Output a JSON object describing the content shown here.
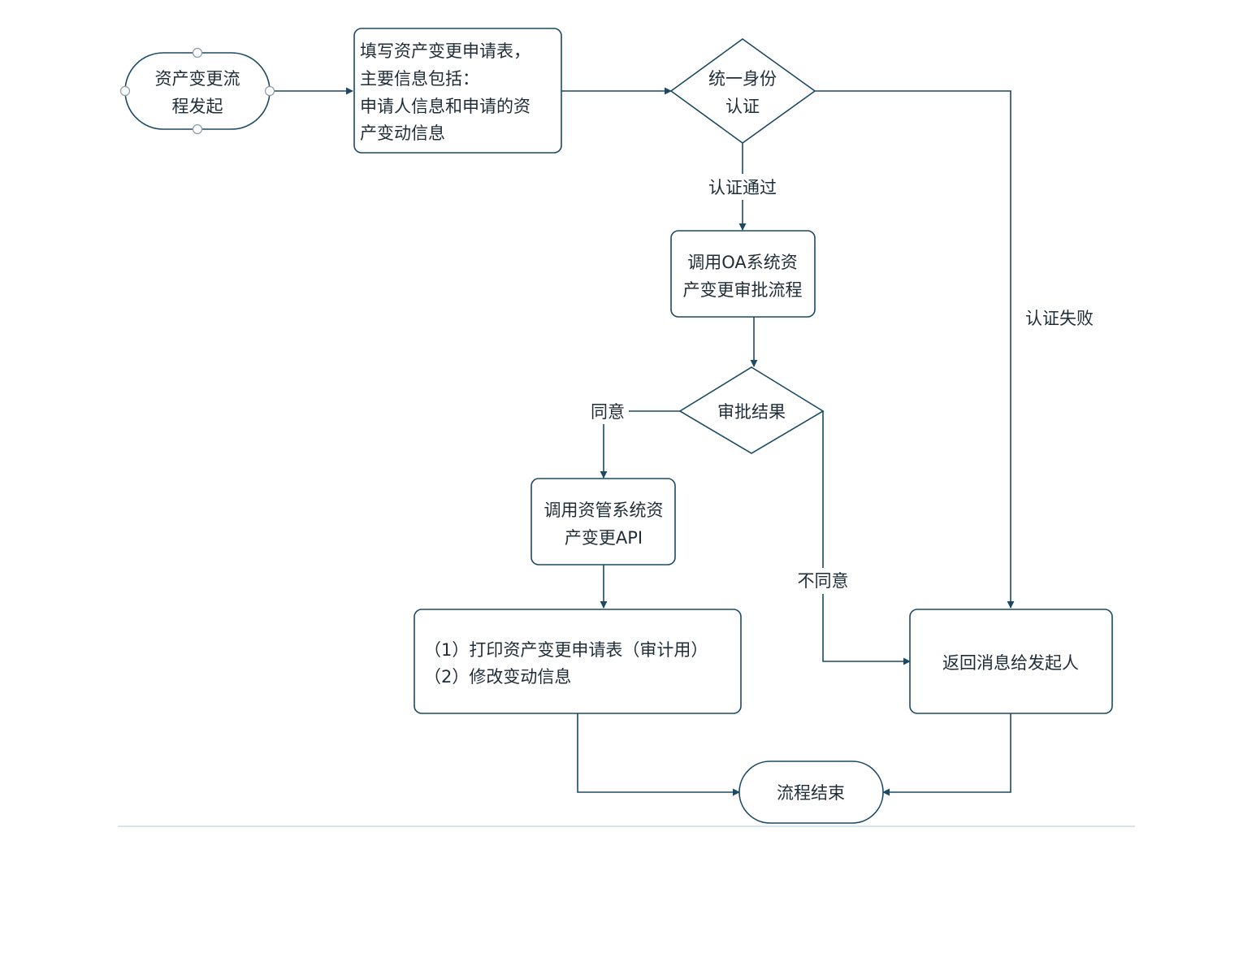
{
  "colors": {
    "stroke": "#1c4a64",
    "text": "#1f2d38",
    "connector_dot": "#8a9ba6",
    "background": "#ffffff",
    "footer_rule": "#d8e4ea"
  },
  "nodes": {
    "start": {
      "lines": [
        "资产变更流",
        "程发起"
      ]
    },
    "fill_form": {
      "lines": [
        "填写资产变更申请表，",
        "主要信息包括：",
        "申请人信息和申请的资",
        "产变动信息"
      ]
    },
    "identity_auth": {
      "lines": [
        "统一身份",
        "认证"
      ]
    },
    "oa_approval": {
      "lines": [
        "调用OA系统资",
        "产变更审批流程"
      ]
    },
    "approval_result": {
      "lines": [
        "审批结果"
      ]
    },
    "call_api": {
      "lines": [
        "调用资管系统资",
        "产变更API"
      ]
    },
    "print_modify": {
      "lines": [
        "（1）打印资产变更申请表（审计用）",
        "（2）修改变动信息"
      ]
    },
    "return_message": {
      "lines": [
        "返回消息给发起人"
      ]
    },
    "end": {
      "lines": [
        "流程结束"
      ]
    }
  },
  "edge_labels": {
    "auth_pass": "认证通过",
    "auth_fail": "认证失败",
    "agree": "同意",
    "disagree": "不同意"
  }
}
